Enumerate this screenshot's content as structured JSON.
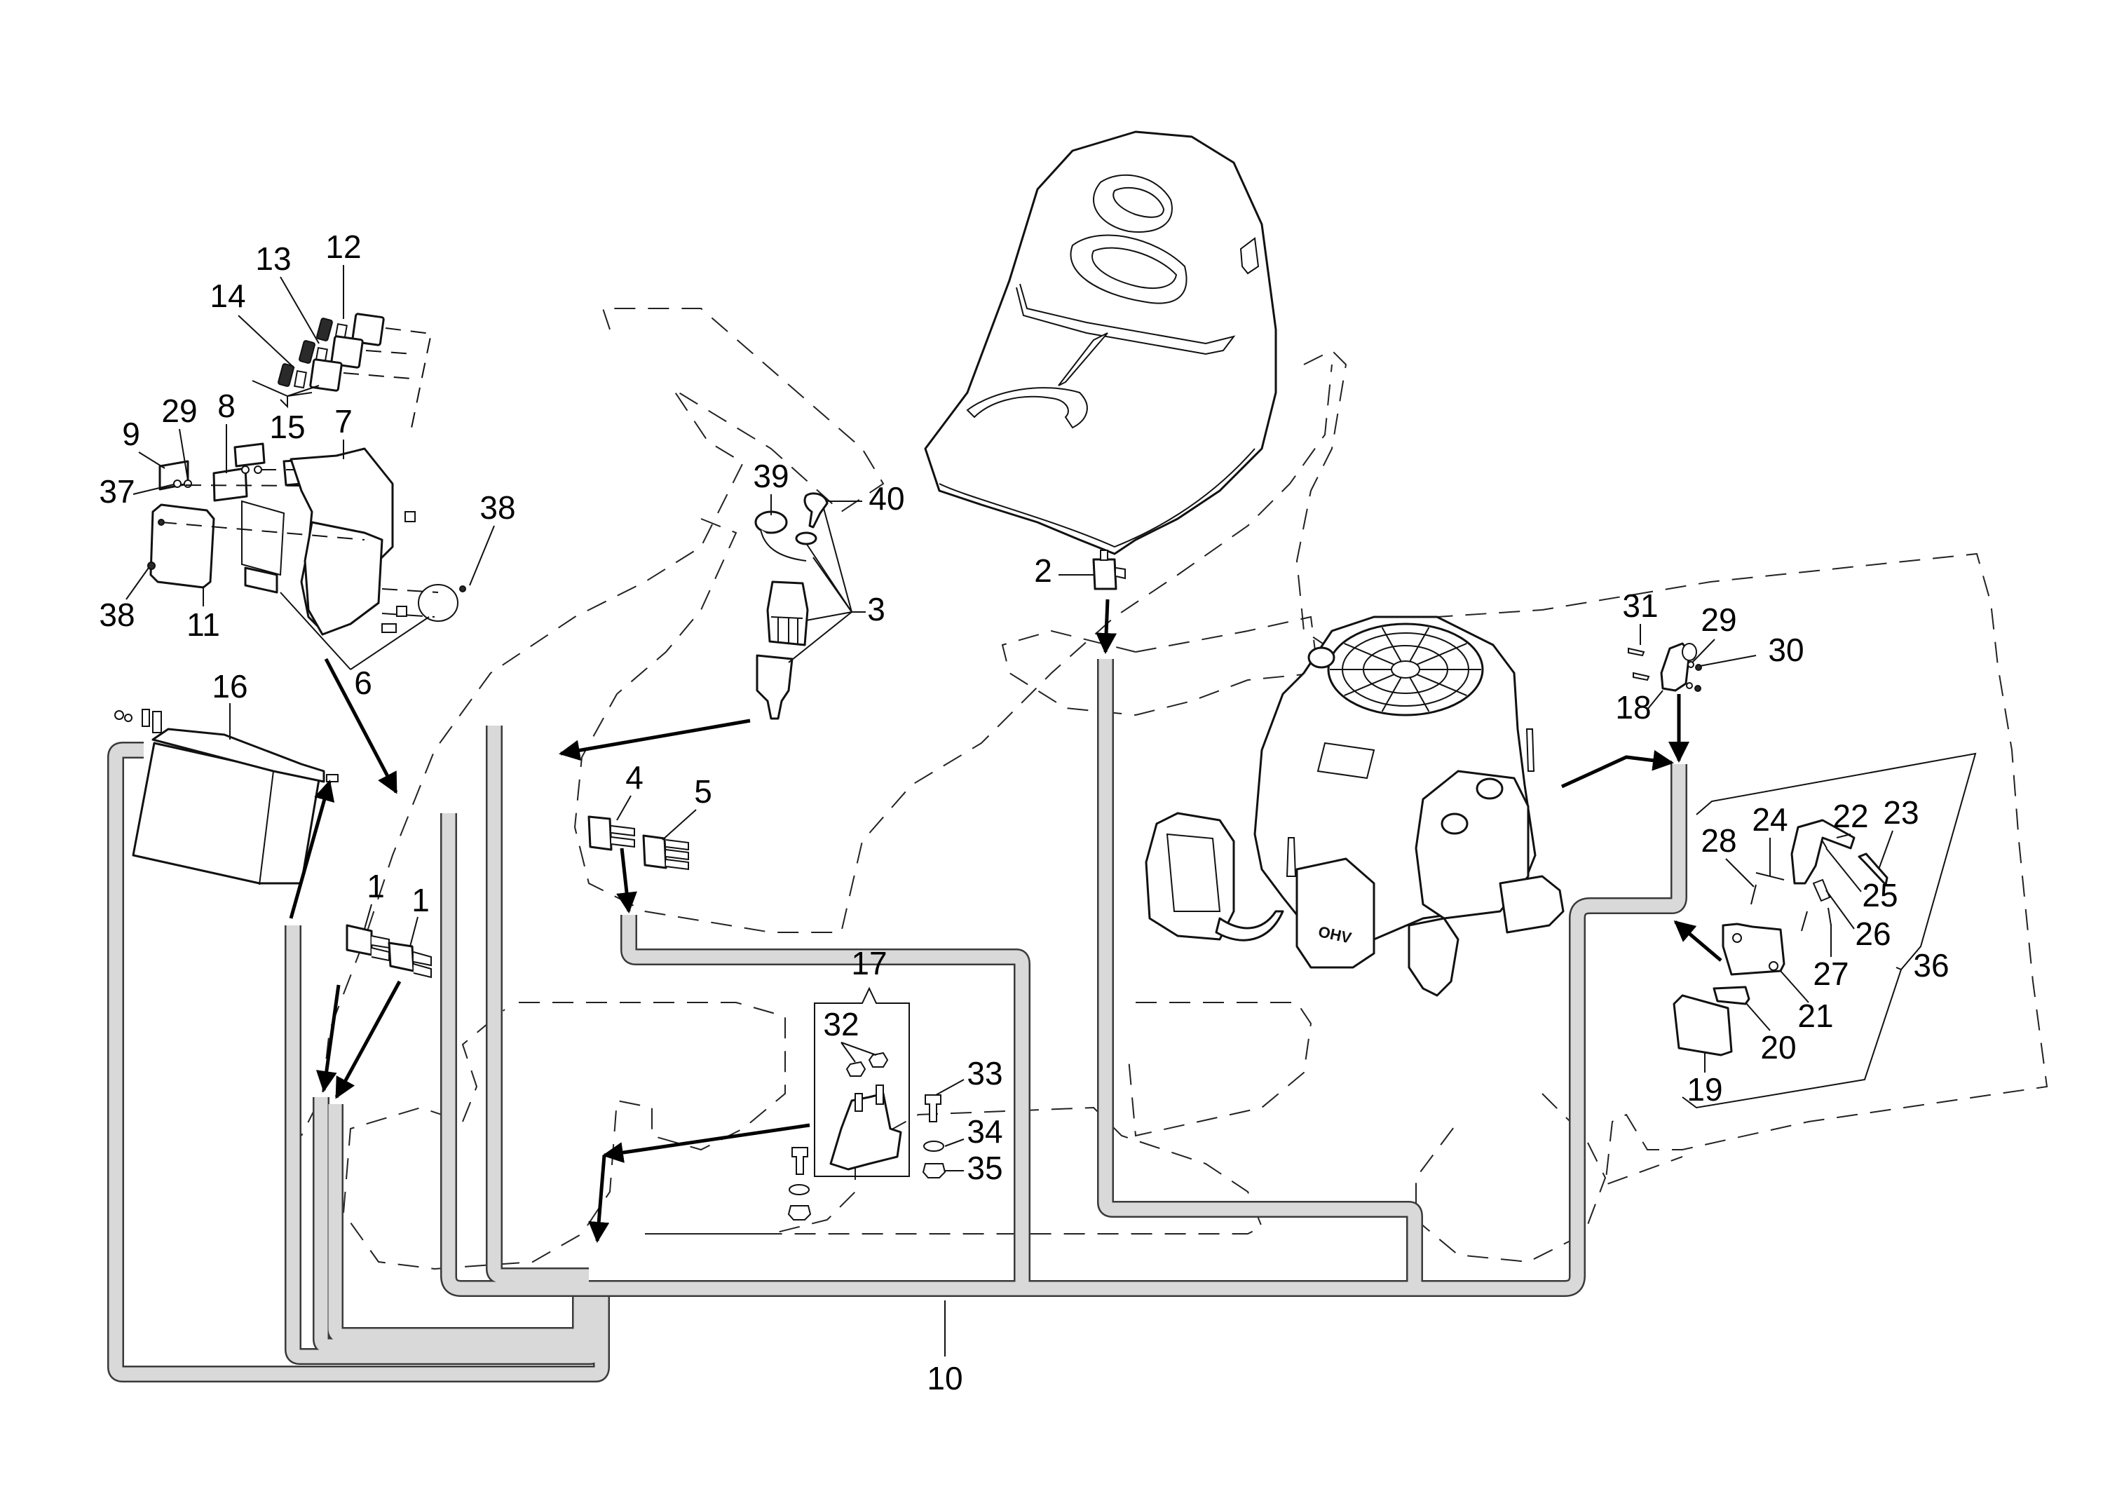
{
  "diagram": {
    "type": "exploded-parts-view",
    "subject": "Riding mower electrical system",
    "engine_badge": "OHV",
    "colors": {
      "line": "#111111",
      "harness_fill": "#d9d9d9",
      "harness_outline": "#3a3a3a",
      "background": "#ffffff"
    }
  },
  "callouts": [
    {
      "id": "1a",
      "label": "1",
      "part": "connector"
    },
    {
      "id": "1b",
      "label": "1",
      "part": "connector"
    },
    {
      "id": "2",
      "label": "2",
      "part": "seat-switch"
    },
    {
      "id": "3",
      "label": "3",
      "part": "ignition-switch-kit"
    },
    {
      "id": "4",
      "label": "4",
      "part": "connector-2-pin"
    },
    {
      "id": "5",
      "label": "5",
      "part": "connector-3-pin"
    },
    {
      "id": "6",
      "label": "6",
      "part": "control-module-assembly"
    },
    {
      "id": "7",
      "label": "7",
      "part": "mounting-bracket"
    },
    {
      "id": "8",
      "label": "8",
      "part": "relay"
    },
    {
      "id": "9",
      "label": "9",
      "part": "relay"
    },
    {
      "id": "10",
      "label": "10",
      "part": "wiring-harness"
    },
    {
      "id": "11",
      "label": "11",
      "part": "module-cover"
    },
    {
      "id": "12",
      "label": "12",
      "part": "fuse"
    },
    {
      "id": "13",
      "label": "13",
      "part": "fuse"
    },
    {
      "id": "14",
      "label": "14",
      "part": "fuse"
    },
    {
      "id": "15",
      "label": "15",
      "part": "fuse-holder"
    },
    {
      "id": "16",
      "label": "16",
      "part": "battery"
    },
    {
      "id": "17",
      "label": "17",
      "part": "starter-solenoid-kit"
    },
    {
      "id": "18",
      "label": "18",
      "part": "switch"
    },
    {
      "id": "19",
      "label": "19",
      "part": "switch-cover"
    },
    {
      "id": "20",
      "label": "20",
      "part": "micro-switch"
    },
    {
      "id": "21",
      "label": "21",
      "part": "switch-housing"
    },
    {
      "id": "22",
      "label": "22",
      "part": "actuator-lever"
    },
    {
      "id": "23",
      "label": "23",
      "part": "lever-pad"
    },
    {
      "id": "24",
      "label": "24",
      "part": "pin"
    },
    {
      "id": "25",
      "label": "25",
      "part": "screw"
    },
    {
      "id": "26",
      "label": "26",
      "part": "spring-plate"
    },
    {
      "id": "27",
      "label": "27",
      "part": "pin"
    },
    {
      "id": "28",
      "label": "28",
      "part": "screw"
    },
    {
      "id": "29a",
      "label": "29",
      "part": "washer"
    },
    {
      "id": "29b",
      "label": "29",
      "part": "washer"
    },
    {
      "id": "30",
      "label": "30",
      "part": "nut"
    },
    {
      "id": "31",
      "label": "31",
      "part": "bolt"
    },
    {
      "id": "32",
      "label": "32",
      "part": "nut"
    },
    {
      "id": "33",
      "label": "33",
      "part": "bolt"
    },
    {
      "id": "34",
      "label": "34",
      "part": "washer"
    },
    {
      "id": "35",
      "label": "35",
      "part": "nut"
    },
    {
      "id": "36",
      "label": "36",
      "part": "switch-assembly"
    },
    {
      "id": "37",
      "label": "37",
      "part": "screw"
    },
    {
      "id": "38a",
      "label": "38",
      "part": "screw"
    },
    {
      "id": "38b",
      "label": "38",
      "part": "screw"
    },
    {
      "id": "39",
      "label": "39",
      "part": "switch-cap"
    },
    {
      "id": "40",
      "label": "40",
      "part": "key"
    }
  ]
}
